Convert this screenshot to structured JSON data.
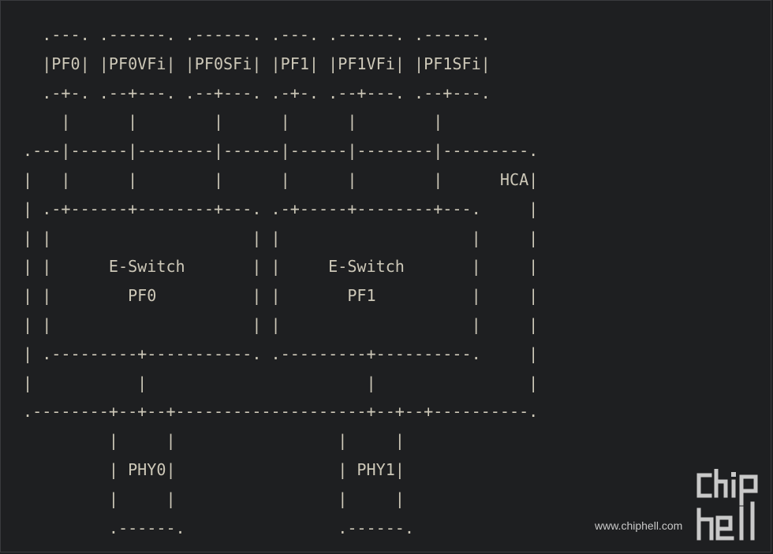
{
  "diagram": {
    "lines": [
      "  .---. .------. .------. .---. .------. .------.",
      "  |PF0| |PF0VFi| |PF0SFi| |PF1| |PF1VFi| |PF1SFi|",
      "  .-+-. .--+---. .--+---. .-+-. .--+---. .--+---.",
      "    |      |        |      |      |        |",
      ".---|------|--------|------|------|--------|---------.",
      "|   |      |        |      |      |        |      HCA|",
      "| .-+------+--------+---. .-+-----+--------+---.     |",
      "| |                     | |                    |     |",
      "| |      E-Switch       | |     E-Switch       |     |",
      "| |        PF0          | |       PF1          |     |",
      "| |                     | |                    |     |",
      "| .---------+-----------. .---------+----------.     |",
      "|           |                       |                |",
      ".--------+--+--+--------------------+--+--+----------.",
      "         |     |                 |     |",
      "         | PHY0|                 | PHY1|",
      "         |     |                 |     |",
      "         .------.                .------."
    ]
  },
  "watermark": {
    "logo_text": "chiphell",
    "site": "www.chiphell.com",
    "color": "#c9c9c9"
  }
}
